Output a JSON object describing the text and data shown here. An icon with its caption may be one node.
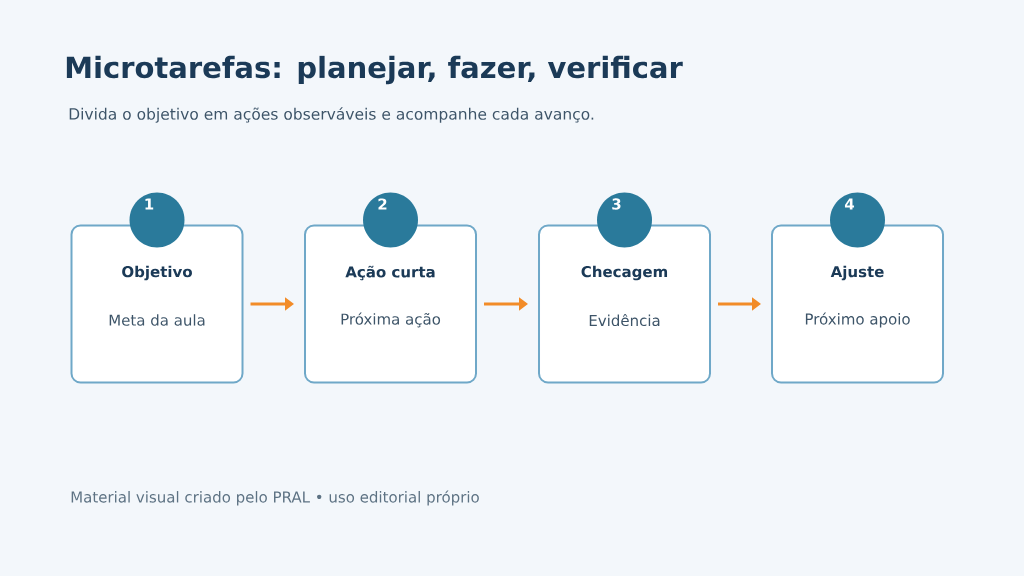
{
  "diagram": {
    "title": "Microtarefas: planejar, fazer, verificar",
    "caption": "Material visual criado pelo PRAL • uso editorial próprio",
    "nodes": [
      {
        "text": [
          "Objetivo",
          "Meta da aula"
        ]
      },
      {
        "text": [
          "1"
        ]
      },
      {
        "text": [
          "Ação curta",
          "Próxima ação"
        ]
      },
      {
        "text": [
          "2"
        ]
      },
      {
        "text": [
          "Checagem",
          "Evidência"
        ]
      },
      {
        "text": [
          "3"
        ]
      },
      {
        "text": [
          "Ajuste",
          "Próximo apoio"
        ]
      },
      {
        "text": [
          "4"
        ]
      }
    ],
    "edges": [
      {
        "from": 0,
        "to": 2,
        "arrow": "to"
      },
      {
        "from": 2,
        "to": 4,
        "arrow": "to"
      },
      {
        "from": 4,
        "to": 6,
        "arrow": "to"
      }
    ],
    "labels": [
      "Divida o objetivo em ações observáveis e acompanhe cada avanço."
    ]
  }
}
